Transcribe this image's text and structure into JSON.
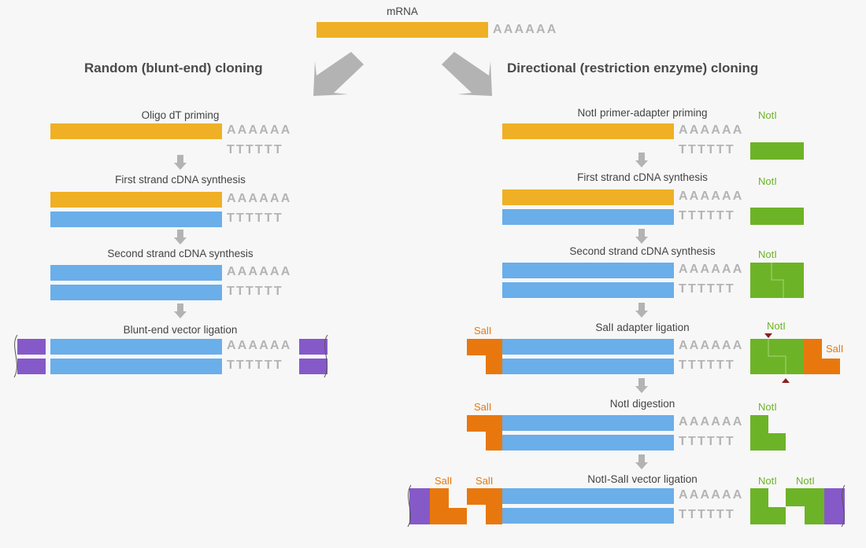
{
  "mrna": {
    "label": "mRNA",
    "poly_a": "AAAAAA"
  },
  "left": {
    "title": "Random (blunt-end) cloning",
    "steps": [
      {
        "label": "Oligo dT priming"
      },
      {
        "label": "First strand cDNA synthesis"
      },
      {
        "label": "Second strand cDNA synthesis"
      },
      {
        "label": "Blunt-end vector ligation"
      }
    ]
  },
  "right": {
    "title": "Directional (restriction enzyme) cloning",
    "steps": [
      {
        "label": "NotI primer-adapter priming"
      },
      {
        "label": "First strand cDNA synthesis"
      },
      {
        "label": "Second strand cDNA synthesis"
      },
      {
        "label": "SalI adapter ligation"
      },
      {
        "label": "NotI digestion"
      },
      {
        "label": "NotI-SalI vector ligation"
      }
    ]
  },
  "tails": {
    "poly_a": "AAAAAA",
    "poly_t": "TTTTTT"
  },
  "sites": {
    "notl": "NotI",
    "sall": "SalI"
  },
  "colors": {
    "mrna": "#efb026",
    "cdna": "#6aaeea",
    "vector": "#8659c8",
    "notl_adapter": "#6db327",
    "sall_adapter": "#e8780e",
    "arrow": "#b3b3b3",
    "cut_marker": "#8a1f1f",
    "tail_text": "#b4b4b4"
  }
}
